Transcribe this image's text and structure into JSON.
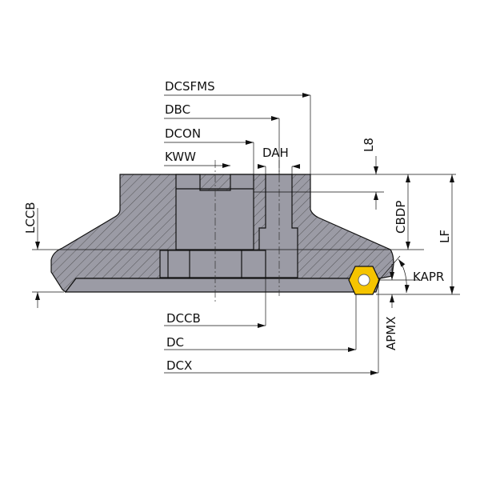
{
  "labels": {
    "dcsfms": "DCSFMS",
    "dbc": "DBC",
    "dcon": "DCON",
    "kww": "KWW",
    "dah": "DAH",
    "l8": "L8",
    "cbdp": "CBDP",
    "lf": "LF",
    "lccb": "LCCB",
    "kapr": "KAPR",
    "apmx": "APMX",
    "dccb": "DCCB",
    "dc": "DC",
    "dcx": "DCX"
  },
  "colors": {
    "body": "#9b9ba5",
    "insert": "#f5c400",
    "line": "#111111"
  }
}
